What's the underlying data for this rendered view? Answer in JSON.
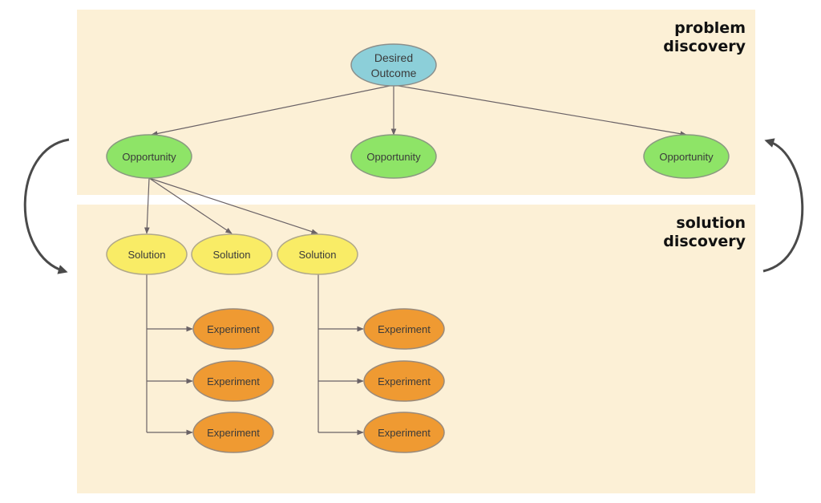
{
  "sections": {
    "problem": {
      "line1": "problem",
      "line2": "discovery"
    },
    "solution": {
      "line1": "solution",
      "line2": "discovery"
    }
  },
  "colors": {
    "band": "#fcf0d6",
    "outcome": "#8ccfd9",
    "opportunity": "#8ee467",
    "solution": "#f9ec66",
    "experiment": "#ef9a32",
    "connector": "#6a6266",
    "cycle_arrow": "#4a4a4a"
  },
  "nodes": {
    "outcome": {
      "line1": "Desired",
      "line2": "Outcome"
    },
    "opportunities": [
      "Opportunity",
      "Opportunity",
      "Opportunity"
    ],
    "solutions": [
      "Solution",
      "Solution",
      "Solution"
    ],
    "experiments": [
      "Experiment",
      "Experiment",
      "Experiment",
      "Experiment",
      "Experiment",
      "Experiment"
    ]
  }
}
